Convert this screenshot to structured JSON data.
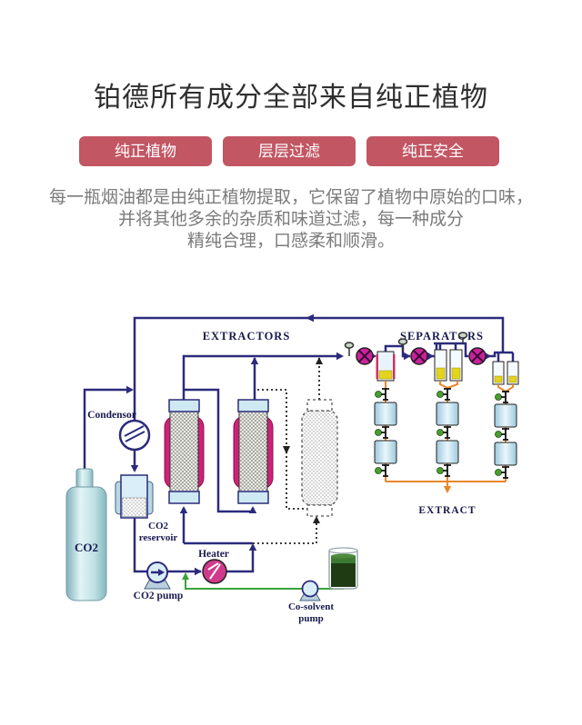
{
  "header": {
    "title": "铂德所有成分全部来自纯正植物",
    "badges": [
      {
        "label": "纯正植物"
      },
      {
        "label": "层层过滤"
      },
      {
        "label": "纯正安全"
      }
    ],
    "badge_color": "#c25663",
    "description_lines": [
      "每一瓶烟油都是由纯正植物提取，它保留了植物中原始的口味，",
      "并将其他多余的杂质和味道过滤，每一种成分",
      "精纯合理，口感柔和顺滑。"
    ]
  },
  "diagram": {
    "labels": {
      "extractors": "EXTRACTORS",
      "separators": "SEPARATORS",
      "condensor": "Condensor",
      "co2_tank": "CO2",
      "reservoir_line1": "CO2",
      "reservoir_line2": "reservoir",
      "heater": "Heater",
      "co2_pump": "CO2 pump",
      "cosolvent_line1": "Co-solvent",
      "cosolvent_line2": "pump",
      "extract": "EXTRACT"
    },
    "colors": {
      "pipe_navy": "#2b2b7d",
      "extract_orange": "#e8872a",
      "cosolvent_green": "#3aa23a",
      "extractor_magenta": "#cc2277",
      "separator_magenta": "#cc2299",
      "vessel_yellow": "#e3d41c",
      "vessel_blue": "#cfe9f3"
    }
  }
}
